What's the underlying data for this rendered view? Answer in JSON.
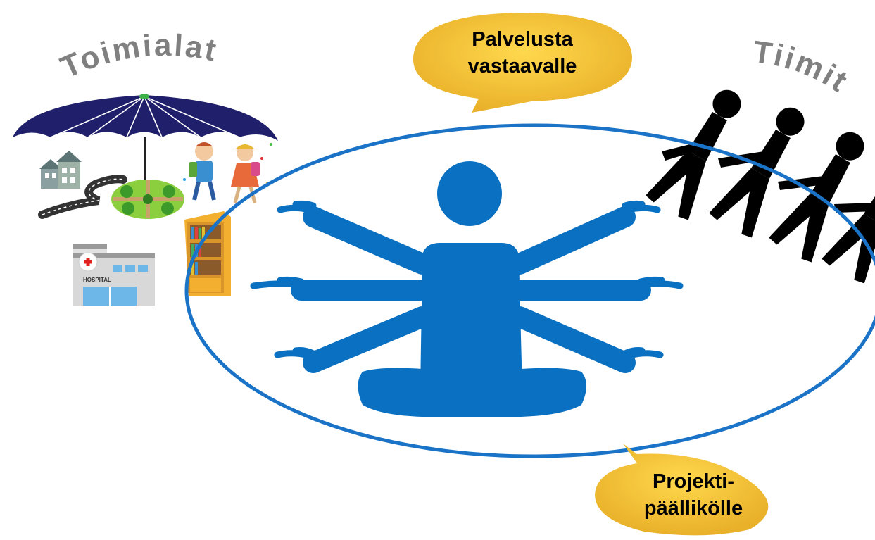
{
  "labels": {
    "left_title": "Toimialat",
    "right_title": "Tiimit"
  },
  "bubbles": {
    "top": {
      "line1": "Palvelusta",
      "line2": "vastaavalle"
    },
    "bottom": {
      "line1": "Projekti-",
      "line2": "päällikölle"
    }
  },
  "hospital": {
    "sign": "HOSPITAL"
  },
  "colors": {
    "figure_blue": "#0a70c2",
    "ellipse_stroke": "#1a73c6",
    "bubble_fill": "#f5c43a",
    "umbrella_navy": "#1f1f6b",
    "label_gray": "#808080",
    "silhouette": "#000000"
  },
  "icons": {
    "central": "multi-armed-meditating-figure",
    "team": "paper-chain-people",
    "sector": [
      "umbrella",
      "houses",
      "road",
      "park",
      "school-children",
      "hospital",
      "bookshelf"
    ]
  }
}
